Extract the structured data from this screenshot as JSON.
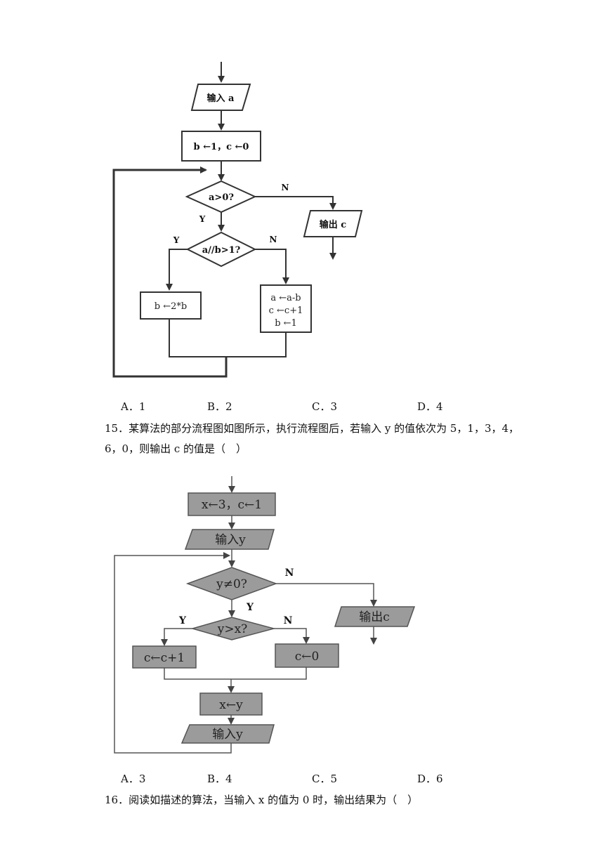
{
  "flowchart1": {
    "input_a": "输入 a",
    "init": "b ←1，c ←0",
    "cond1": "a>0?",
    "cond2": "a//b>1?",
    "yes": "Y",
    "no": "N",
    "output_c": "输出 c",
    "box_b": "b ←2*b",
    "box_right": [
      "a ←a-b",
      "c ←c+1",
      "b ←1"
    ]
  },
  "q14_options": [
    "A．1",
    "B．2",
    "C．3",
    "D．4"
  ],
  "q15": {
    "line1": "15．某算法的部分流程图如图所示，执行流程图后，若输入 y 的值依次为 5，1，3，4，",
    "line2": "6，0，则输出 c 的值是（　）"
  },
  "flowchart2": {
    "init": "x←3，c←1",
    "input_y": "输入y",
    "cond1": "y≠0?",
    "cond2": "y>x?",
    "yes": "Y",
    "no": "N",
    "output_c": "输出c",
    "box_left": "c←c+1",
    "box_right": "c←0",
    "assign": "x←y",
    "input_y2": "输入y"
  },
  "q15_options": [
    "A．3",
    "B．4",
    "C．5",
    "D．6"
  ],
  "q16": {
    "line1": "16．阅读如描述的算法，当输入 x 的值为 0 时，输出结果为（　）"
  }
}
